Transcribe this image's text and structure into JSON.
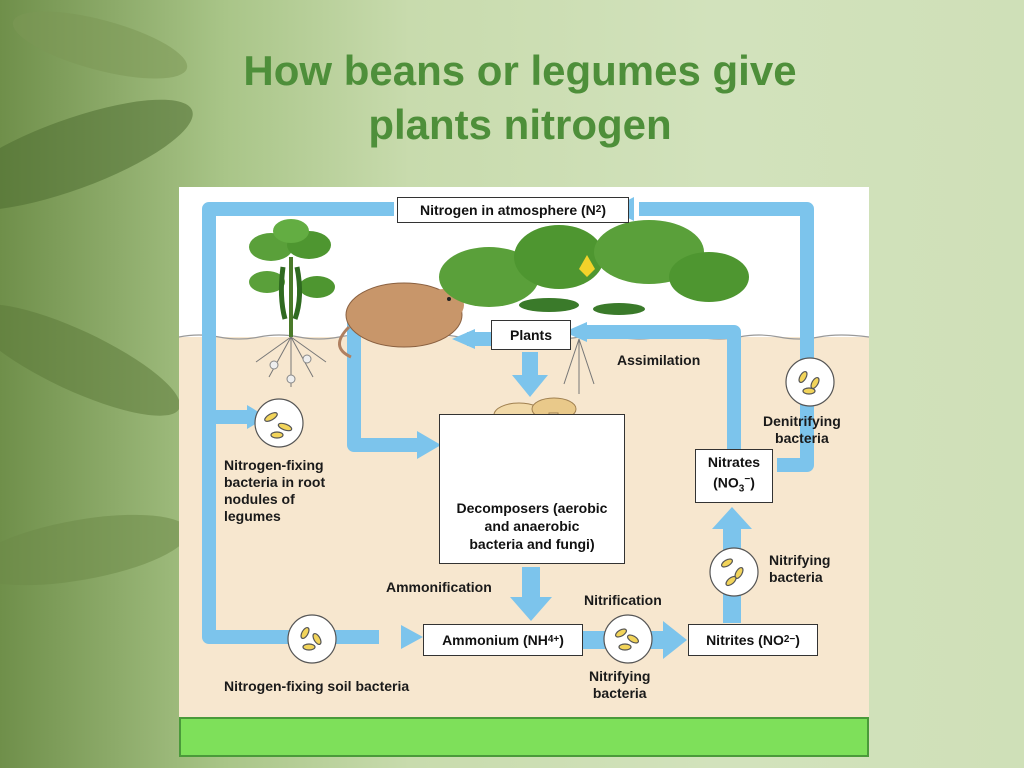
{
  "slide": {
    "title_line1": "How beans or legumes give",
    "title_line2": "plants nitrogen"
  },
  "diagram": {
    "atmosphere_label": "Nitrogen in atmosphere (N",
    "atmosphere_sub": "2",
    "atmosphere_close": ")",
    "plants_label": "Plants",
    "assimilation_label": "Assimilation",
    "denitrifying_label_1": "Denitrifying",
    "denitrifying_label_2": "bacteria",
    "nitrates_label_1": "Nitrates",
    "nitrates_label_2a": "(NO",
    "nitrates_sub": "3",
    "nitrates_sup": "−",
    "nitrates_close": ")",
    "nfix_root_1": "Nitrogen-fixing",
    "nfix_root_2": "bacteria in root",
    "nfix_root_3": "nodules of",
    "nfix_root_4": "legumes",
    "decomposers_1": "Decomposers (aerobic",
    "decomposers_2": "and anaerobic",
    "decomposers_3": "bacteria and fungi)",
    "ammonification_label": "Ammonification",
    "nitrification_label": "Nitrification",
    "ammonium_a": "Ammonium (NH",
    "ammonium_sub": "4",
    "ammonium_sup": "+",
    "ammonium_close": ")",
    "nitrites_a": "Nitrites (NO",
    "nitrites_sub": "2",
    "nitrites_sup": "−",
    "nitrites_close": ")",
    "nitrifying_right_1": "Nitrifying",
    "nitrifying_right_2": "bacteria",
    "nitrifying_bottom_1": "Nitrifying",
    "nitrifying_bottom_2": "bacteria",
    "nfix_soil_label": "Nitrogen-fixing soil bacteria"
  },
  "colors": {
    "title": "#4e8f3a",
    "arrow": "#7cc4ec",
    "soil": "#f7e7cf",
    "caption_bar": "#7ee05a"
  }
}
